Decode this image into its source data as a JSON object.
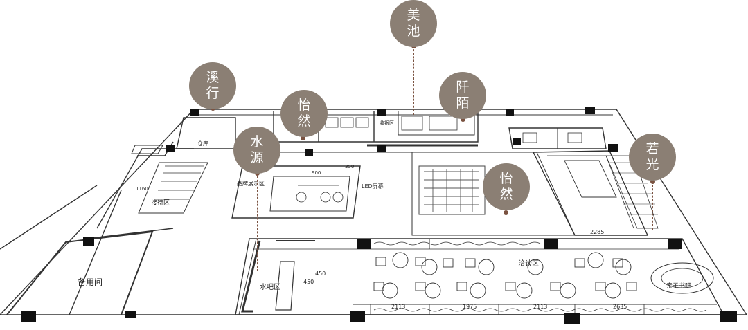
{
  "colors": {
    "bubble": "#8b7f74",
    "leader": "#7a5240",
    "plan_line": "#333333"
  },
  "callouts": [
    {
      "id": "meichi",
      "char1": "美",
      "char2": "池"
    },
    {
      "id": "xixing",
      "char1": "溪",
      "char2": "行"
    },
    {
      "id": "yiran-a",
      "char1": "怡",
      "char2": "然"
    },
    {
      "id": "qianmo",
      "char1": "阡",
      "char2": "陌"
    },
    {
      "id": "shuiyuan",
      "char1": "水",
      "char2": "源"
    },
    {
      "id": "ruoguang",
      "char1": "若",
      "char2": "光"
    },
    {
      "id": "yiran-b",
      "char1": "怡",
      "char2": "然"
    }
  ],
  "plan_labels": {
    "backup_room": "备用间",
    "waterbar": "水吧区",
    "consult": "洽谈区",
    "brand": "品牌展示区",
    "led": "LED屏幕",
    "reception": "接待区",
    "parent_child": "亲子书吧",
    "storage": "仓库",
    "reception_desk": "收银区",
    "dim_2113a": "2113",
    "dim_1975": "1975",
    "dim_2113b": "2113",
    "dim_2635": "2635",
    "dim_2285": "2285",
    "dim_1160": "1160",
    "dim_450a": "450",
    "dim_450b": "450",
    "dim_900": "900",
    "dim_350": "350"
  }
}
